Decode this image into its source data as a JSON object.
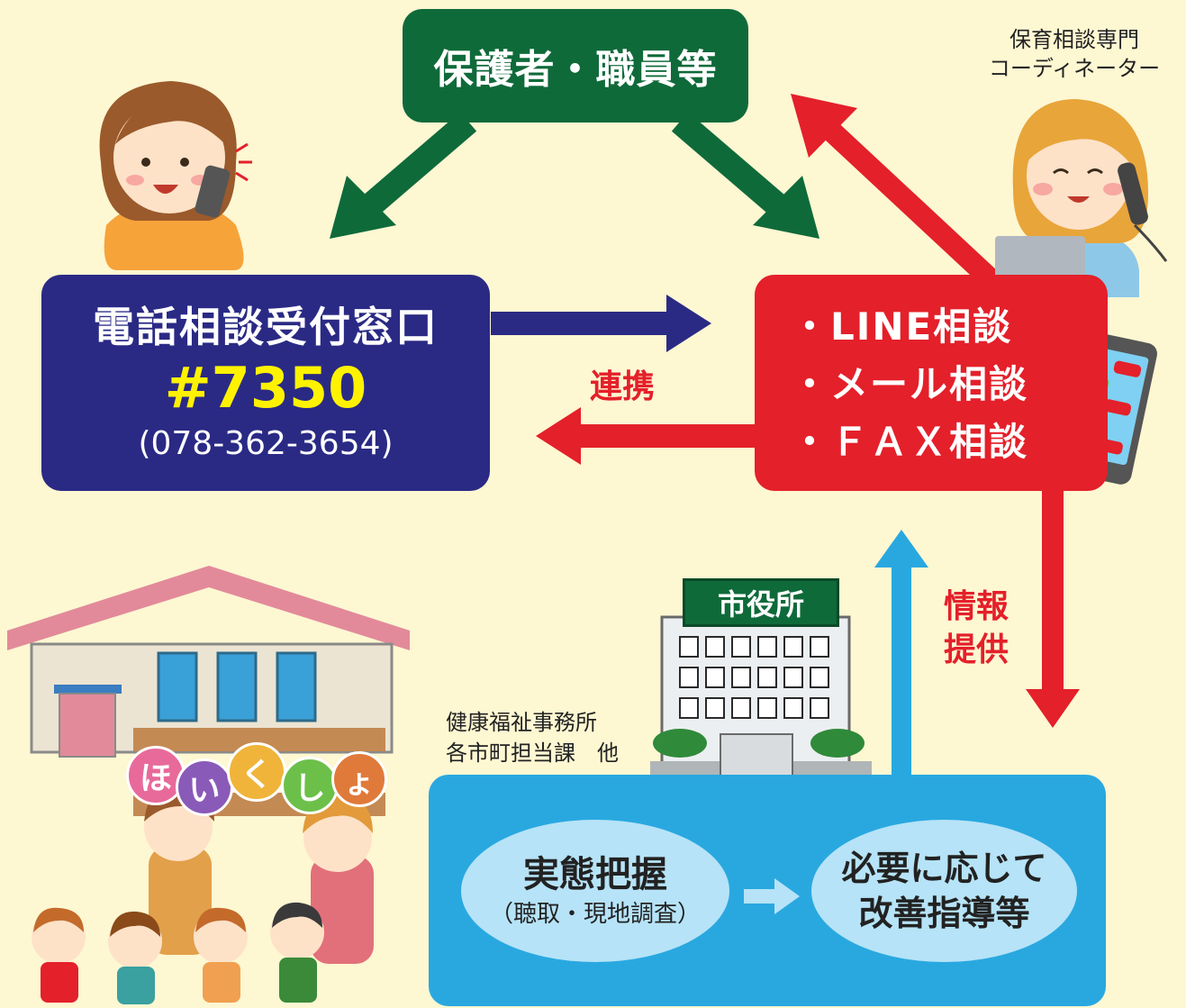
{
  "top_box": {
    "label": "保護者・職員等"
  },
  "coordinator": {
    "line1": "保育相談専門",
    "line2": "コーディネーター"
  },
  "phone_box": {
    "title": "電話相談受付窓口",
    "number": "#7350",
    "tel": "(078-362-3654)"
  },
  "online_box": {
    "items": [
      "・LINE相談",
      "・メール相談",
      "・ＦＡＸ相談"
    ]
  },
  "link_label": "連携",
  "info_label": {
    "line1": "情報",
    "line2": "提供"
  },
  "city_hall": {
    "sign": "市役所"
  },
  "office": {
    "line1": "健康福祉事務所",
    "line2": "各市町担当課　他"
  },
  "process": {
    "step1_title": "実態把握",
    "step1_sub": "（聴取・現地調査）",
    "step2_line1": "必要に応じて",
    "step2_line2": "改善指導等"
  },
  "nursery": {
    "chars": [
      "ほ",
      "い",
      "く",
      "し",
      "ょ"
    ]
  },
  "colors": {
    "background": "#fdf7d2",
    "green": "#0f6a3a",
    "navy": "#2a2a85",
    "red": "#e4202a",
    "blue": "#29a8e0",
    "light_blue": "#b6e3f7",
    "yellow": "#fff200"
  }
}
